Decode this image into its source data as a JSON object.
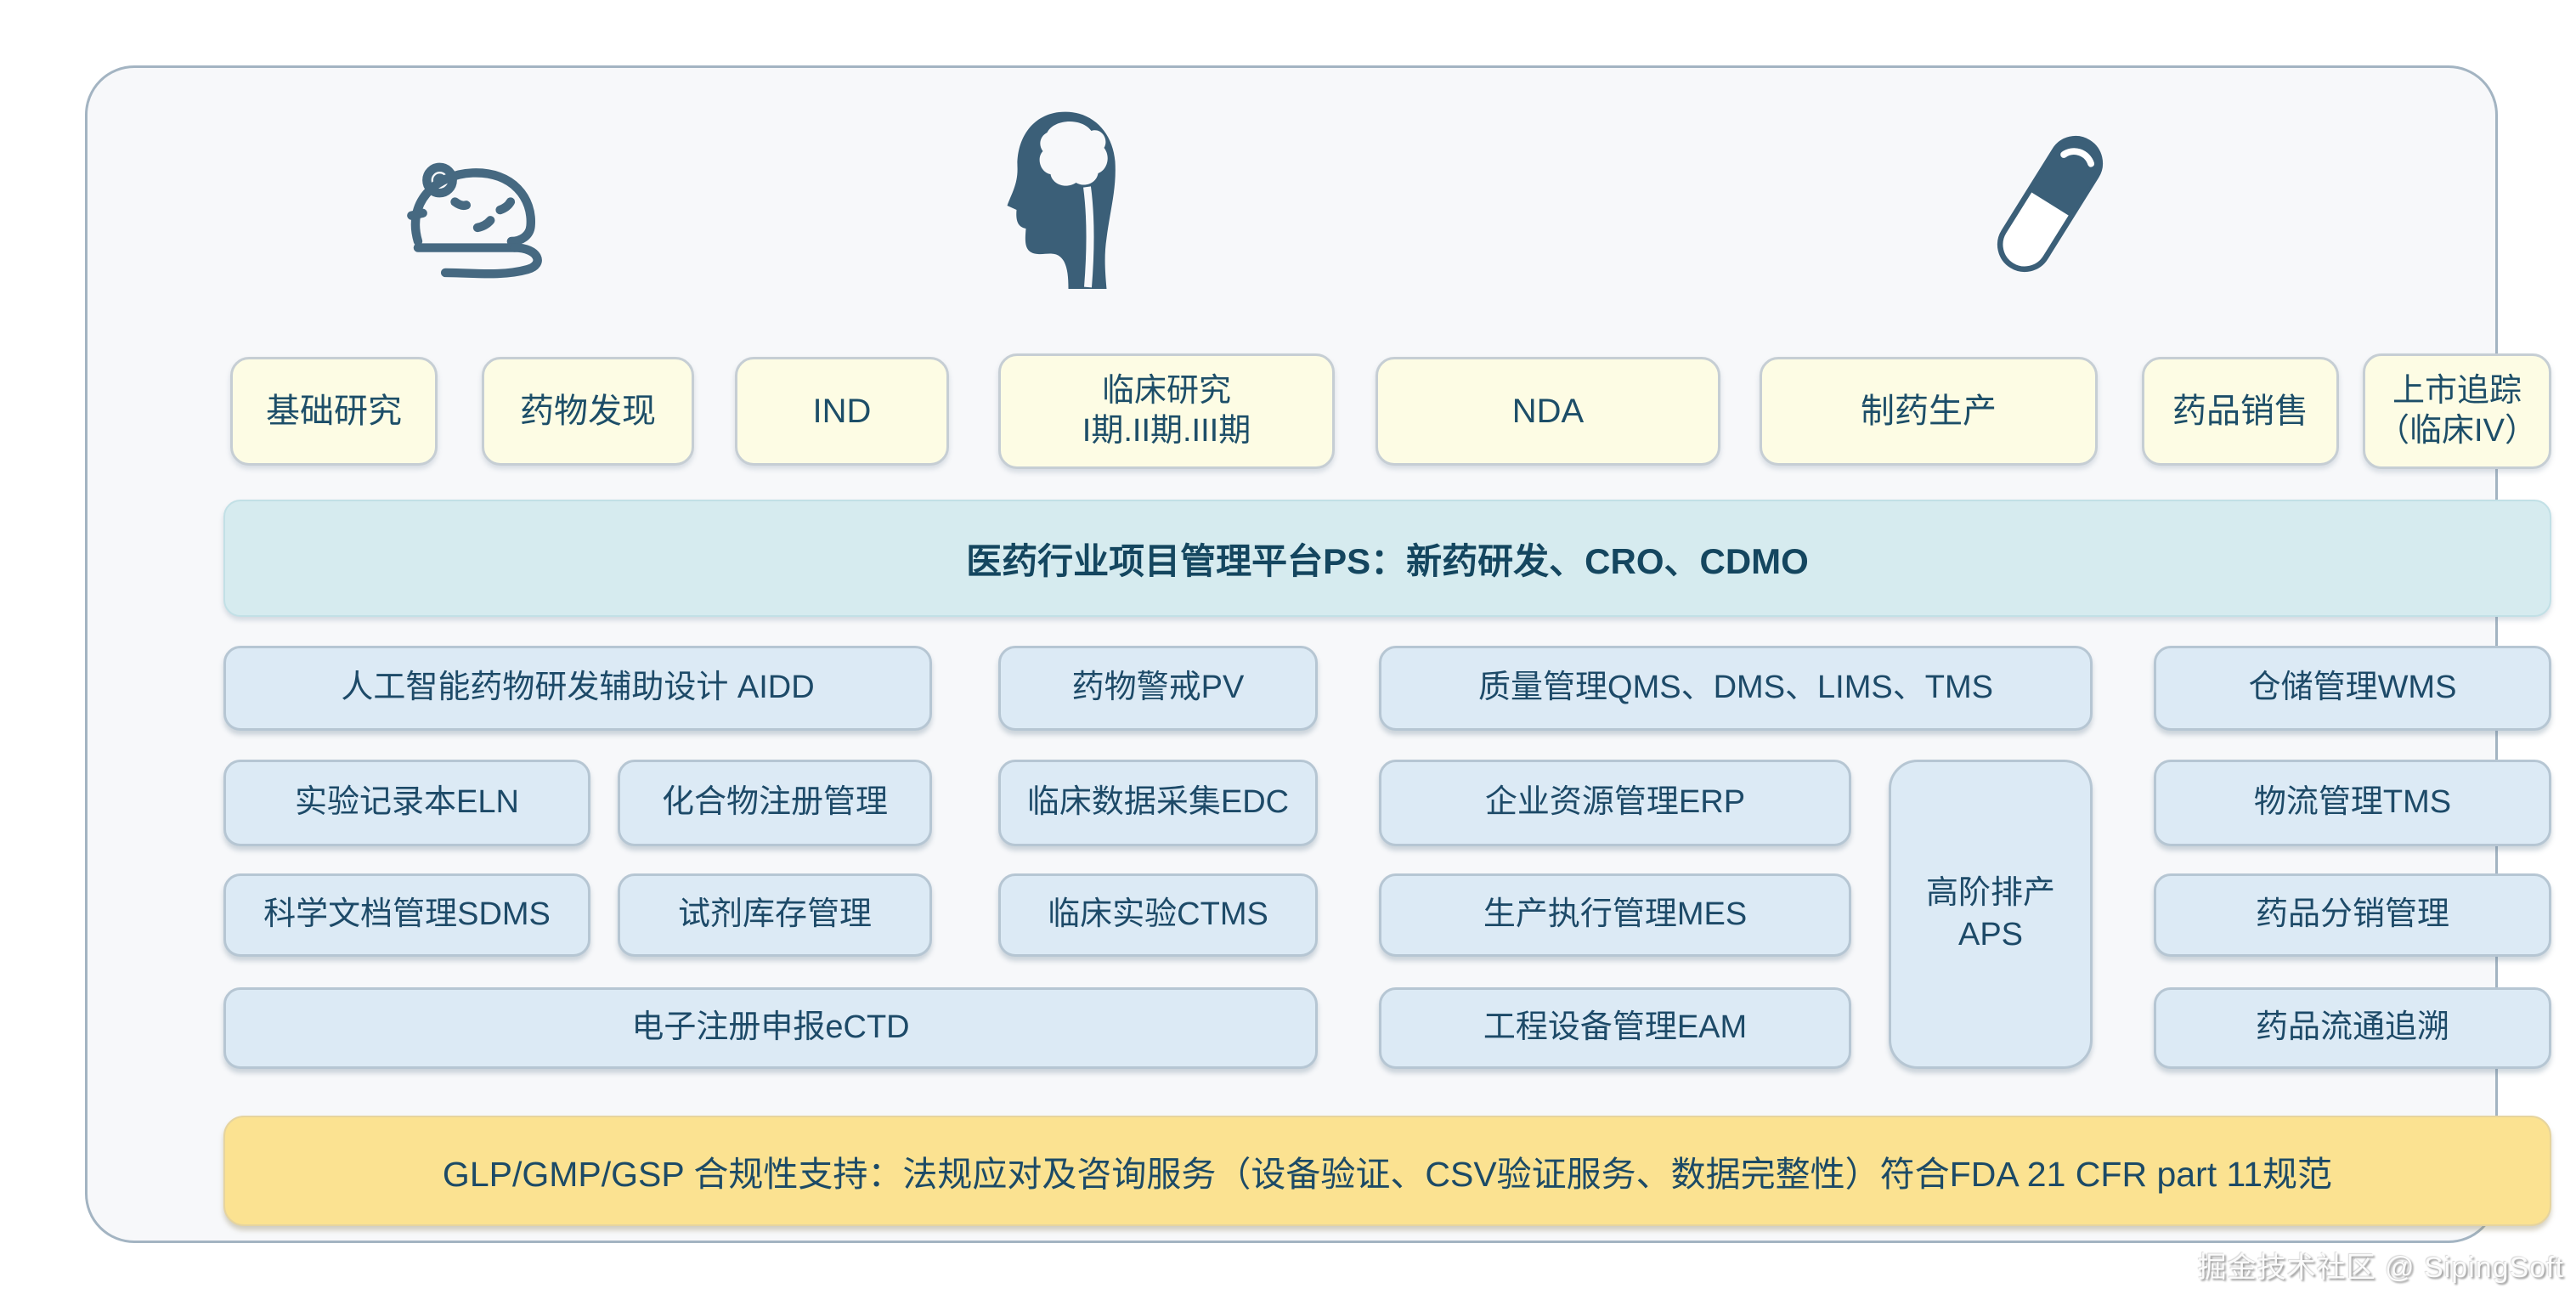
{
  "icons": [
    {
      "name": "lab-mouse-icon"
    },
    {
      "name": "human-head-brain-icon"
    },
    {
      "name": "capsule-pill-icon"
    }
  ],
  "colors": {
    "stage_box_bg": "#fdfce4",
    "module_box_bg": "#dceaf5",
    "platform_banner_bg": "#d6ebef",
    "compliance_banner_bg": "#fbe291",
    "text_dark": "#1d4e68",
    "icon_color": "#3d617b",
    "container_border": "#a3b4c2"
  },
  "stages": [
    {
      "label": "基础研究"
    },
    {
      "label": "药物发现"
    },
    {
      "label": "IND"
    },
    {
      "label": "临床研究",
      "label2": "I期.II期.III期"
    },
    {
      "label": "NDA"
    },
    {
      "label": "制药生产"
    },
    {
      "label": "药品销售"
    },
    {
      "label": "上市追踪",
      "label2": "（临床IV）"
    }
  ],
  "platform_banner": {
    "label": "医药行业项目管理平台PS：新药研发、CRO、CDMO"
  },
  "modules": [
    {
      "label": "人工智能药物研发辅助设计 AIDD"
    },
    {
      "label": "药物警戒PV"
    },
    {
      "label": "质量管理QMS、DMS、LIMS、TMS"
    },
    {
      "label": "仓储管理WMS"
    },
    {
      "label": "实验记录本ELN"
    },
    {
      "label": "化合物注册管理"
    },
    {
      "label": "临床数据采集EDC"
    },
    {
      "label": "企业资源管理ERP"
    },
    {
      "label": "高阶排产",
      "label2": "APS"
    },
    {
      "label": "物流管理TMS"
    },
    {
      "label": "科学文档管理SDMS"
    },
    {
      "label": "试剂库存管理"
    },
    {
      "label": "临床实验CTMS"
    },
    {
      "label": "生产执行管理MES"
    },
    {
      "label": "药品分销管理"
    },
    {
      "label": "电子注册申报eCTD"
    },
    {
      "label": "工程设备管理EAM"
    },
    {
      "label": "药品流通追溯"
    }
  ],
  "compliance_banner": {
    "label": "GLP/GMP/GSP 合规性支持：法规应对及咨询服务（设备验证、CSV验证服务、数据完整性）符合FDA 21 CFR part 11规范"
  },
  "watermark": {
    "label": "掘金技术社区 @ SipingSoft"
  }
}
